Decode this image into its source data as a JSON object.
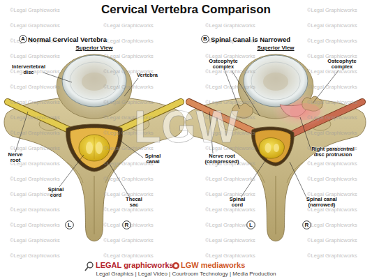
{
  "diagram": {
    "title": "Cervical Vertebra Comparison",
    "nodes": [
      {
        "text": [
          "A"
        ]
      },
      {
        "text": [
          "B"
        ]
      },
      {
        "text": [
          "L"
        ]
      },
      {
        "text": [
          "R"
        ]
      },
      {
        "text": [
          "L"
        ]
      },
      {
        "text": [
          "R"
        ]
      }
    ],
    "labels": [
      "Normal Cervical Vertebra",
      "Spinal Canal is Narrowed",
      "Superior View",
      "Superior View",
      "Intervertebral disc",
      "Vertebra",
      "Nerve root",
      "Spinal cord",
      "Spinal canal",
      "Thecal sac",
      "Osteophyte complex",
      "Osteophyte complex",
      "Nerve root (compressed)",
      "Spinal cord",
      "Right paracentral disc protrusion",
      "Spinal canal (narrowed)",
      "LGW",
      "LEGAL graphicworks",
      "LGW mediaworks",
      "Legal Graphics | Legal Video | Courtroom Technology | Media Production",
      "©Legal Graphicworks",
      "©Legal Graphicworks",
      "©Legal Graphicworks",
      "©Legal Graphicworks",
      "©Legal Graphicworks",
      "©Legal Graphicworks",
      "©Legal Graphicworks",
      "©Legal Graphicworks",
      "©Legal Graphicworks",
      "©Legal Graphicworks",
      "©Legal Graphicworks",
      "©Legal Graphicworks",
      "©Legal Graphicworks",
      "©Legal Graphicworks",
      "©Legal Graphicworks",
      "©Legal Graphicworks",
      "©Legal Graphicworks",
      "©Legal Graphicworks",
      "©Legal Graphicworks",
      "©Legal Graphicworks",
      "©Legal Graphicworks",
      "©Legal Graphicworks",
      "©Legal Graphicworks",
      "©Legal Graphicworks",
      "©Legal Graphicworks",
      "©Legal Graphicworks",
      "©Legal Graphicworks",
      "©Legal Graphicworks",
      "©Legal Graphicworks",
      "©Legal Graphicworks",
      "©Legal Graphicworks",
      "©Legal Graphicworks",
      "©Legal Graphicworks",
      "©Legal Graphicworks",
      "©Legal Graphicworks",
      "©Legal Graphicworks",
      "©Legal Graphicworks",
      "©Legal Graphicworks",
      "©Legal Graphicworks",
      "©Legal Graphicworks",
      "©Legal Graphicworks",
      "©Legal Graphicworks",
      "©Legal Graphicworks",
      "©Legal Graphicworks",
      "©Legal Graphicworks",
      "©Legal Graphicworks",
      "©Legal Graphicworks",
      "©Legal Graphicworks",
      "©Legal Graphicworks",
      "©Legal Graphicworks",
      "©Legal Graphicworks",
      "©Legal Graphicworks",
      "©Legal Graphicworks",
      "©Legal Graphicworks",
      "©Legal Graphicworks",
      "©Legal Graphicworks",
      "©Legal Graphicworks",
      "©Legal Graphicworks",
      "©Legal Graphicworks",
      "©Legal Graphicworks",
      "©Legal Graphicworks",
      "©Legal Graphicworks",
      "©Legal Graphicworks",
      "©Legal Graphicworks",
      "©Legal Graphicworks",
      "©Legal Graphicworks"
    ]
  }
}
